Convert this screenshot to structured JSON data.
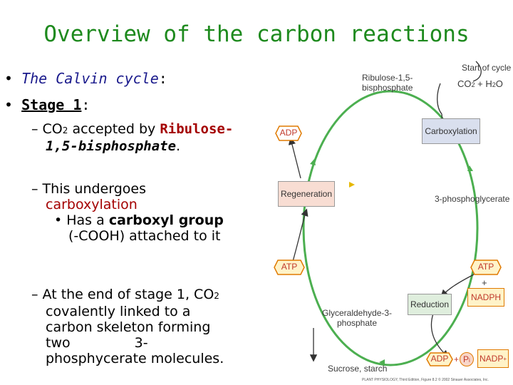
{
  "title": "Overview of the carbon reactions",
  "bullets": [
    {
      "text": "The Calvin cycle",
      "suffix": ":"
    },
    {
      "text": "Stage 1",
      "suffix": ":"
    }
  ],
  "sub1": {
    "pre": "– CO",
    "sub": "2",
    "mid": " accepted by ",
    "bold1": "Ribulose-",
    "bold2": "1,5-bisphosphate",
    "end": "."
  },
  "sub2": {
    "line1": "– This undergoes",
    "red": "carboxylation",
    "bullet_pre": "• Has a ",
    "bold": "carboxyl group",
    "line4": "(-COOH) attached to it"
  },
  "sub3": {
    "l1_pre": "– At the end of stage 1, CO",
    "l1_sub": "2",
    "l2": "covalently linked to a",
    "l3": "carbon skeleton forming",
    "l4a": "two",
    "l4b": "3-",
    "l5": "phosphycerate molecules."
  },
  "diagram": {
    "ribulose": [
      "Ribulose-1,5-",
      "bisphosphate"
    ],
    "start": "Start of cycle",
    "co2": "CO",
    "co2_sub": "2",
    "co2_rest": " + H",
    "h2o_sub": "2",
    "h2o_rest": "O",
    "carboxylation": "Carboxylation",
    "adp_top": "ADP",
    "regeneration": "Regeneration",
    "pga": "3-phosphoglycerate",
    "atp_left": "ATP",
    "atp_right": "ATP",
    "plus": "+",
    "nadph": "NADPH",
    "reduction": "Reduction",
    "g3p": [
      "Glyceraldehyde-3-",
      "phosphate"
    ],
    "sucrose": "Sucrose, starch",
    "adp_bottom": "ADP",
    "pi": "P",
    "pi_sub": "i",
    "nadp": "NADP",
    "nadp_sup": "+",
    "caption": "PLANT PHYSIOLOGY, Third Edition, Figure 8.2 © 2002 Sinauer Associates, Inc."
  },
  "colors": {
    "title": "#1e8a1e",
    "navy": "#1a1a8c",
    "red": "#a40000",
    "cycle": "#4caf50",
    "carbox_box": "#d9dfee",
    "regen_box": "#f8ddd3",
    "reduct_box": "#dfeedd"
  }
}
